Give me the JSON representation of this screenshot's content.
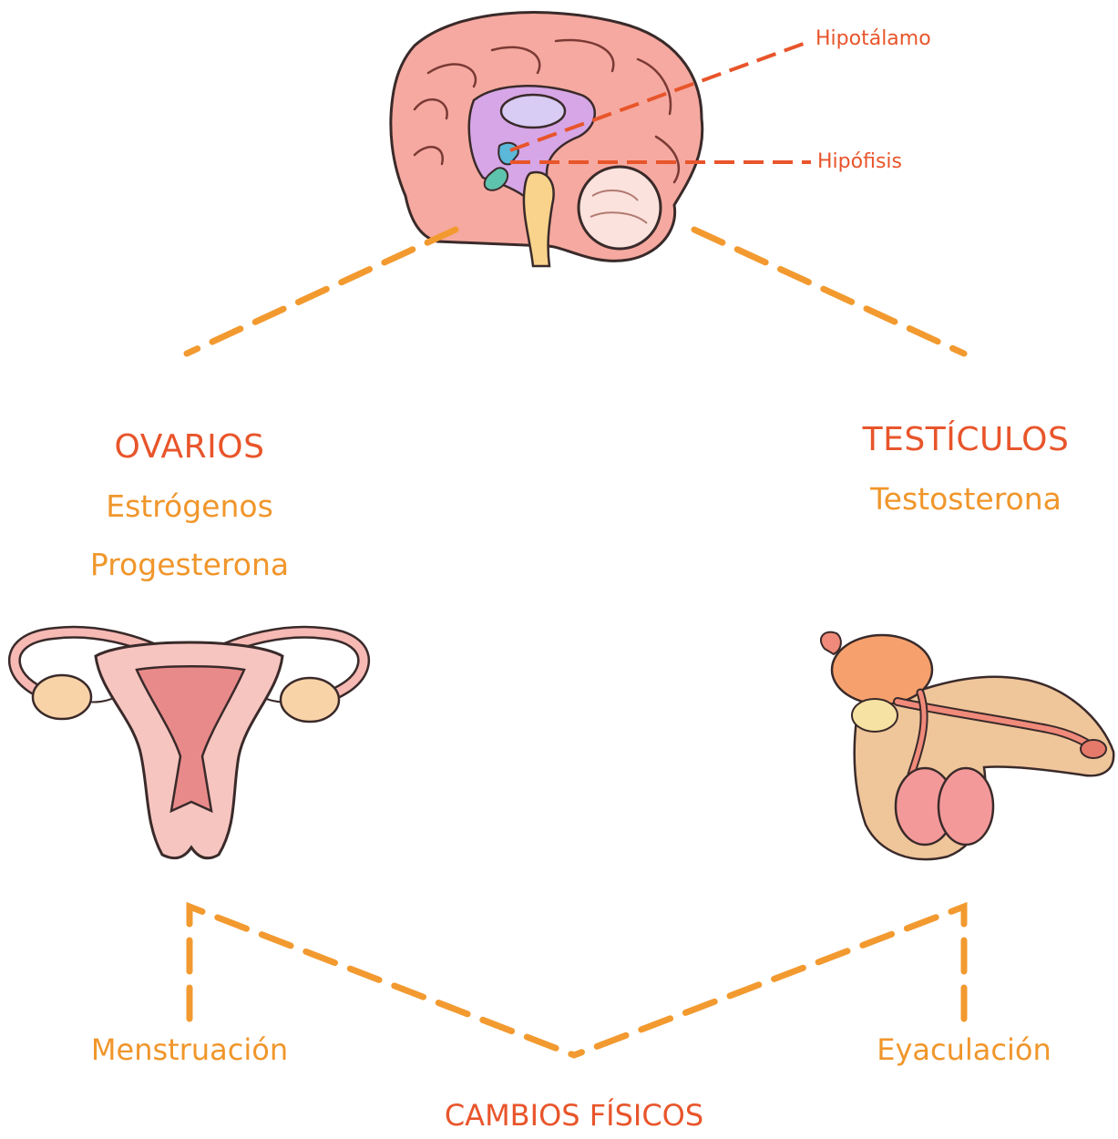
{
  "labels": {
    "hypothalamus": "Hipotálamo",
    "pituitary": "Hipófisis",
    "ovaries_title": "OVARIOS",
    "ovaries_hormones": [
      "Estrógenos",
      "Progesterona"
    ],
    "testes_title": "TESTÍCULOS",
    "testes_hormones": [
      "Testosterona"
    ],
    "female_change": "Menstruación",
    "male_change": "Eyaculación",
    "physical_changes": "CAMBIOS FÍSICOS"
  },
  "colors": {
    "title_red": "#e8552b",
    "hormone_orange": "#f0962b",
    "dash_orange": "#f29a30",
    "dash_red": "#e8552b"
  },
  "icons": [
    "brain-illustration",
    "female-reproductive-illustration",
    "male-reproductive-illustration"
  ]
}
